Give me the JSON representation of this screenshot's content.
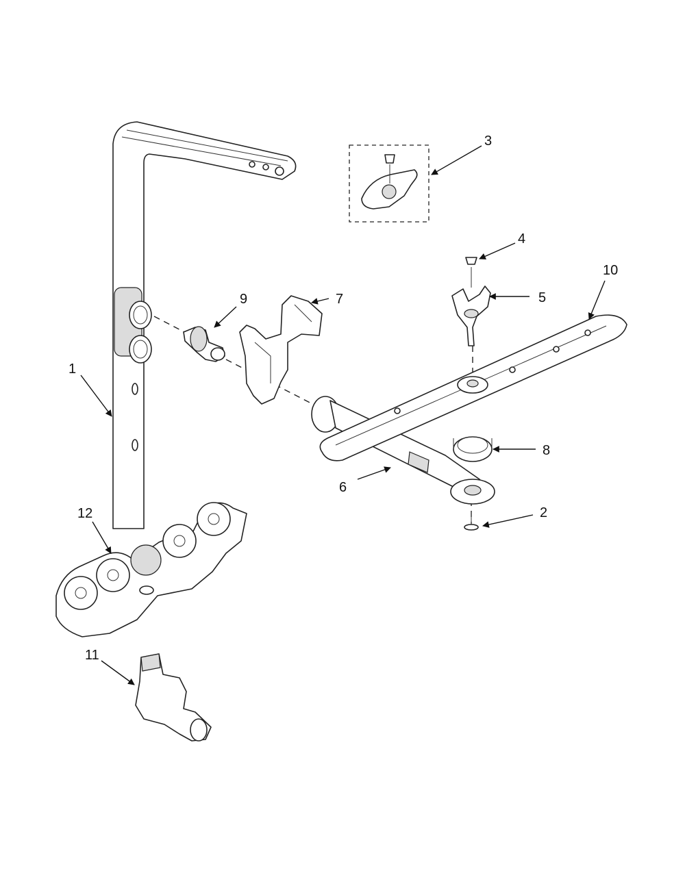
{
  "callouts": {
    "c1": "1",
    "c2": "2",
    "c3": "3",
    "c4": "4",
    "c5": "5",
    "c6": "6",
    "c7": "7",
    "c8": "8",
    "c9": "9",
    "c10": "10",
    "c11": "11",
    "c12": "12"
  },
  "colors": {
    "line": "#222222",
    "shade": "#dcdcdc",
    "background": "#ffffff"
  }
}
